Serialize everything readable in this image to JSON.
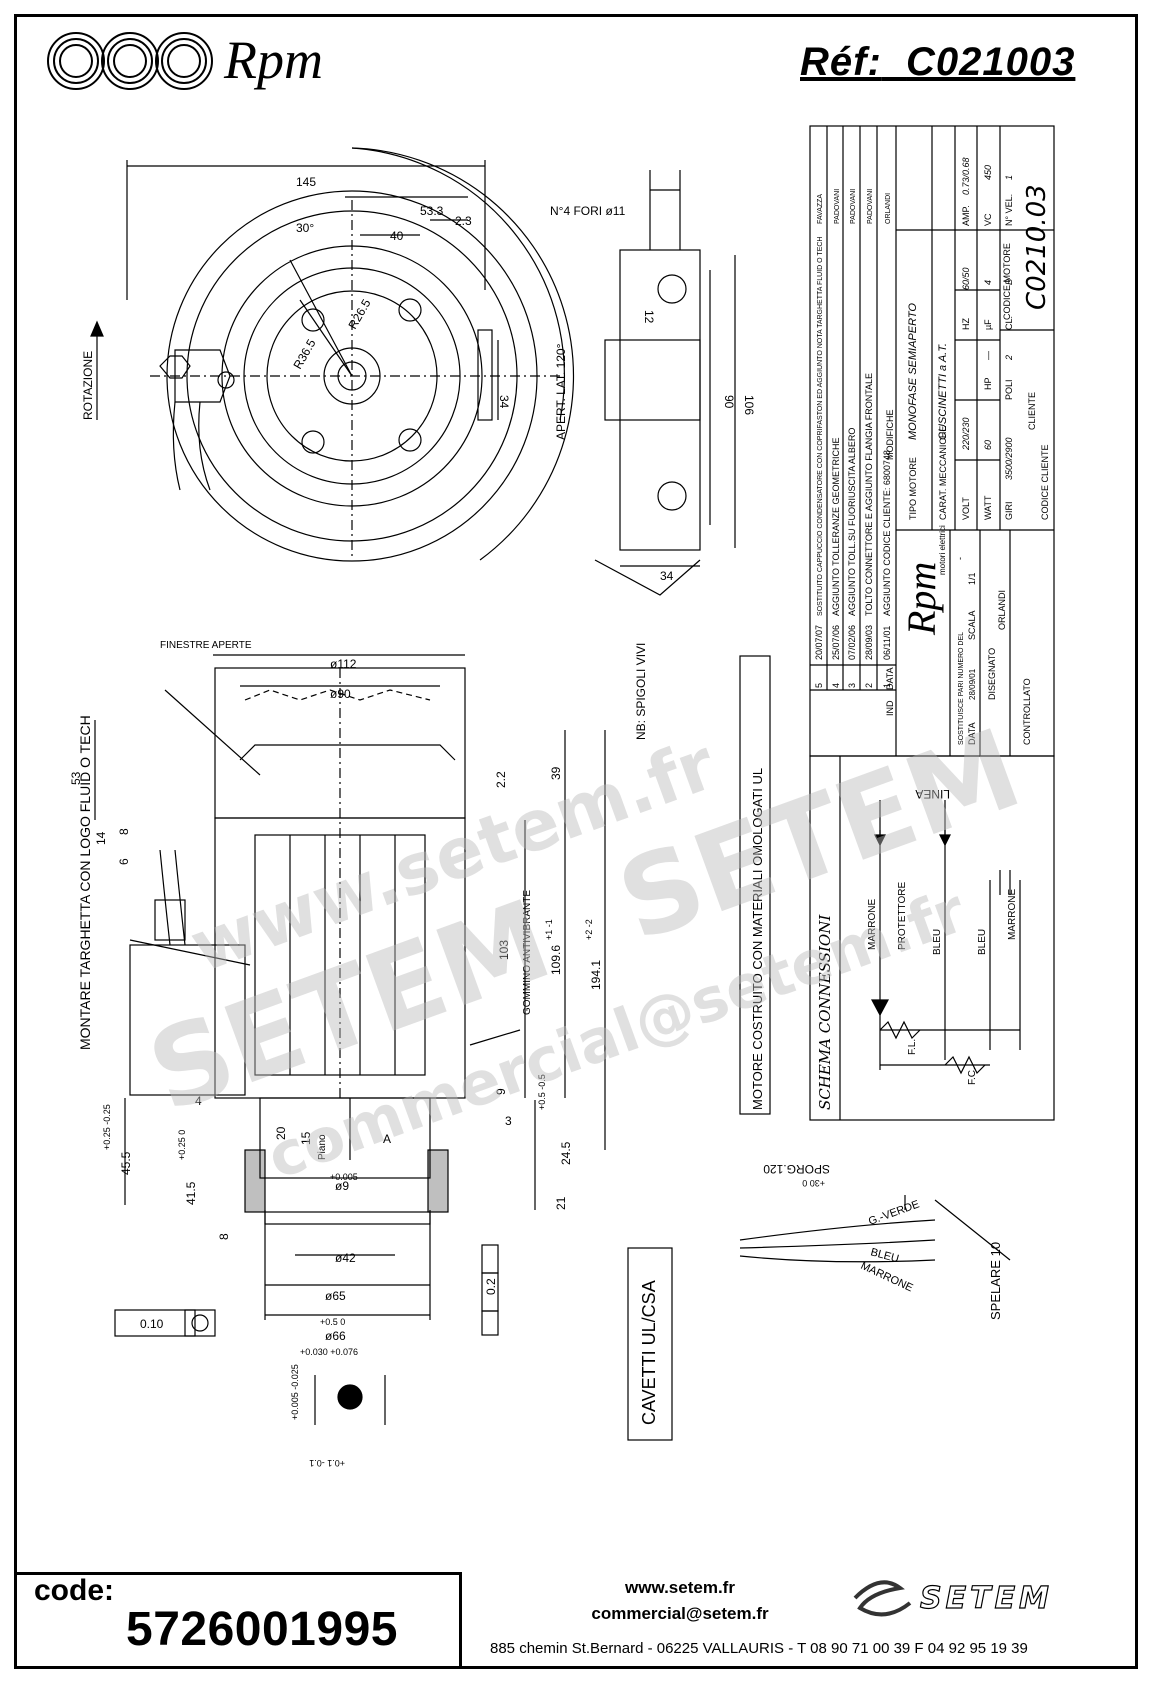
{
  "header": {
    "brand": "Rpm",
    "ref_label": "Réf:",
    "ref_value": "C021003"
  },
  "drawing": {
    "dims_top": [
      "145",
      "53.3",
      "2.3",
      "40",
      "30°",
      "R36.5",
      "R26.5",
      "34",
      "90",
      "106",
      "12",
      "34",
      "N°4 FORI ø11",
      "APERT. LAT. 120°",
      "ROTAZIONE",
      "NB: SPIGOLI VIVI"
    ],
    "dims_side": [
      "ø112",
      "ø90",
      "FINESTRE APERTE",
      "53",
      "39",
      "2.2",
      "14",
      "8",
      "6",
      "103",
      "109.6",
      "194.1",
      "GOMMINO ANTIVIBRANTE",
      "MONTARE TARGHETTA CON LOGO FLUID O TECH",
      "4",
      "9",
      "3",
      "45.5",
      "41.5",
      "20",
      "15",
      "Piano",
      "A",
      "24.5",
      "21",
      "8",
      "ø9",
      "ø42",
      "ø65",
      "ø66",
      "0.2",
      "0.10",
      "MOTORE COSTRUITO CON MATERIALI OMOLOGATI UL",
      "CAVETTI UL/CSA",
      "SPORG.120",
      "G.-VERDE",
      "BLEU",
      "MARRONE",
      "SPELARE 10"
    ],
    "tolerances": [
      "+0.25 -0.25",
      "+0.25 0",
      "+1 -1",
      "+2 -2",
      "+0.5 -0.5",
      "+0.005",
      "+0.5 0",
      "+0.030 +0.076",
      "+0.005 -0.025",
      "+0.1 -0.1",
      "+30 0"
    ]
  },
  "title_block": {
    "modifications": [
      {
        "ind": "5",
        "date": "20/07/07",
        "text": "SOSTITUITO CAPPUCCIO CONDENSATORE CON COPRIFASTON ED AGGIUNTO NOTA TARGHETTA FLUID O TECH",
        "by": "FAVAZZA"
      },
      {
        "ind": "4",
        "date": "25/07/06",
        "text": "AGGIUNTO TOLLERANZE GEOMETRICHE",
        "by": "PADOVANI"
      },
      {
        "ind": "3",
        "date": "07/02/06",
        "text": "AGGIUNTO TOLL.SU FUORIUSCITA ALBERO",
        "by": "PADOVANI"
      },
      {
        "ind": "2",
        "date": "28/09/03",
        "text": "TOLTO CONNETTORE E AGGIUNTO FLANGIA FRONTALE",
        "by": "PADOVANI"
      },
      {
        "ind": "1",
        "date": "06/11/01",
        "text": "AGGIUNTO CODICE CLIENTE: 6800748",
        "by": "ORLANDI"
      }
    ],
    "mod_header": {
      "ind": "IND",
      "date": "DATA",
      "text": "MODIFICHE",
      "drawn": "DISEGNATO",
      "checked": "CONTROLLATO"
    },
    "tipo_motore_label": "TIPO MOTORE",
    "tipo_motore": "MONOFASE SEMIAPERTO",
    "carat_label": "CARAT. MECCANICHE",
    "carat": "CUSCINETTI a A.T.",
    "volt_label": "VOLT",
    "volt": "220/230",
    "hz_label": "HZ",
    "hz": "60/50",
    "amp_label": "AMP.",
    "amp": "0.73/0.68",
    "watt_label": "WATT",
    "watt": "60",
    "hp_label": "HP",
    "hp": "—",
    "uf_label": "µF",
    "uf": "4",
    "vc_label": "VC",
    "vc": "450",
    "giri_label": "GIRI",
    "giri": "3500/2900",
    "poli_label": "POLI",
    "poli": "2",
    "cl_label": "CL.",
    "cl": "B",
    "vel_label": "N° VEL.",
    "vel": "1",
    "cliente_label": "CLIENTE",
    "codice_cliente_label": "CODICE CLIENTE",
    "codice_motore_label": "CODICE MOTORE",
    "codice_motore": "C0210.03",
    "brand": "Rpm",
    "brand_sub": "motori elettrici",
    "sostituisce_label": "SOSTITUISCE PARI NUMERO DEL",
    "sostituisce": "-",
    "data_label": "DATA",
    "data": "28/09/01",
    "scala_label": "SCALA",
    "scala": "1/1",
    "disegnato_label": "DISEGNATO",
    "disegnato": "ORLANDI",
    "controllato_label": "CONTROLLATO"
  },
  "schema": {
    "title": "SCHEMA CONNESSIONI",
    "linea": "LINEA",
    "wires": [
      "MARRONE",
      "PROTETTORE",
      "BLEU",
      "BLEU",
      "MARRONE"
    ],
    "fl": "F.L.",
    "fc": "F.C."
  },
  "watermark": {
    "line1": "www.setem.fr",
    "line2": "SETEM",
    "line3": "commercial@setem.fr"
  },
  "footer": {
    "code_label": "code:",
    "code_value": "5726001995",
    "website": "www.setem.fr",
    "email": "commercial@setem.fr",
    "address": "885 chemin St.Bernard  -  06225 VALLAURIS  -  T 08 90 71 00 39  F 04 92 95 19 39",
    "brand": "SETEM"
  }
}
